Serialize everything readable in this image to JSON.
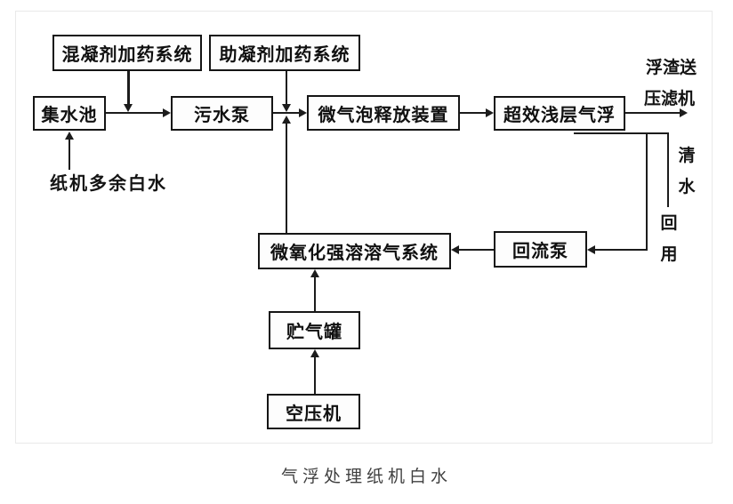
{
  "caption": "气浮处理纸机白水",
  "colors": {
    "line": "#1c1c1c",
    "box_border": "#151515",
    "panel_border": "#e9e9e9",
    "caption_text": "#3f3f3f"
  },
  "diagram": {
    "nodes": [
      {
        "id": "coagulant-dosing-system",
        "label": "混凝剂加药系统"
      },
      {
        "id": "coagulant-aid-dosing-system",
        "label": "助凝剂加药系统"
      },
      {
        "id": "collecting-tank",
        "label": "集水池"
      },
      {
        "id": "sewage-pump",
        "label": "污水泵"
      },
      {
        "id": "micro-bubble-release-device",
        "label": "微气泡释放装置"
      },
      {
        "id": "super-shallow-flotation",
        "label": "超效浅层气浮"
      },
      {
        "id": "dissolved-air-system",
        "label": "微氧化强溶溶气系统"
      },
      {
        "id": "reflux-pump",
        "label": "回流泵"
      },
      {
        "id": "gas-storage-tank",
        "label": "贮气罐"
      },
      {
        "id": "air-compressor",
        "label": "空压机"
      }
    ],
    "labels": {
      "inflow": "纸机多余白水",
      "scum_line1": "浮渣送",
      "scum_line2": "压滤机",
      "clear_water": "清水",
      "reuse": "回用"
    }
  }
}
